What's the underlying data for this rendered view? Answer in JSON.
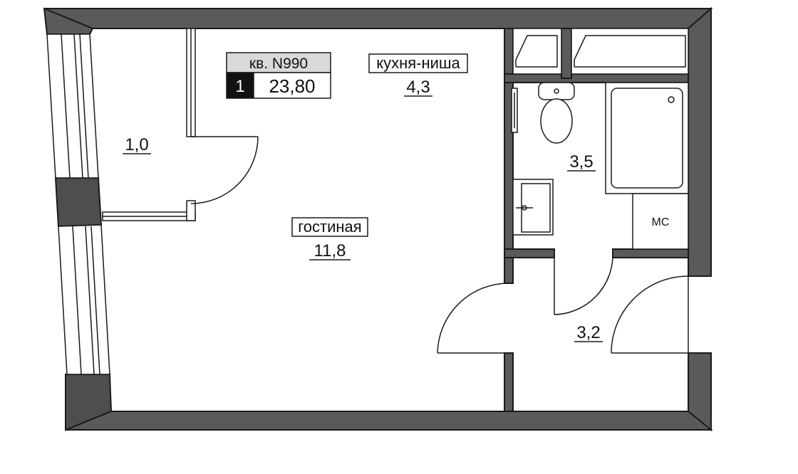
{
  "apartment": {
    "number_label": "кв. N990",
    "rooms": "1",
    "total_area": "23,80"
  },
  "rooms": {
    "kitchen": {
      "label": "кухня-ниша",
      "area": "4,3"
    },
    "living": {
      "label": "гостиная",
      "area": "11,8"
    },
    "closet": {
      "area": "1,0"
    },
    "bathroom": {
      "area": "3,5"
    },
    "hall": {
      "area": "3,2"
    },
    "ms_label": "МС"
  },
  "colors": {
    "wall": "#5a5a5a",
    "line": "#1a1a1a",
    "room_count_bg": "#111111",
    "header_bg": "#d9d9d9"
  }
}
